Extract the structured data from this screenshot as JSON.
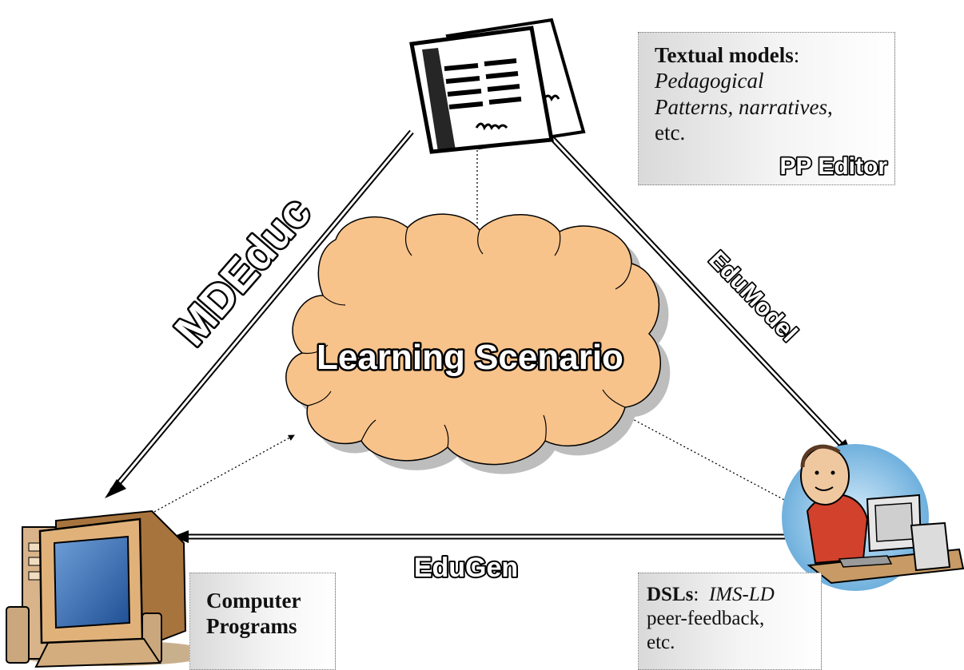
{
  "cloud": {
    "label": "Learning Scenario"
  },
  "edges": {
    "left": "MDEduc",
    "right": "EduModel",
    "bottom": "EduGen"
  },
  "notes": {
    "textual": {
      "head": "Textual models",
      "head_suffix": ":",
      "line1": "Pedagogical",
      "line2_italic": "Patterns, narratives",
      "line2_tail": ",",
      "line3": "etc.",
      "tool": "PP Editor"
    },
    "programs": {
      "line1": "Computer",
      "line2": "Programs"
    },
    "dsl": {
      "head": "DSLs",
      "sep": ":",
      "italic": "IMS-LD",
      "line2": "peer-feedback,",
      "line3": "etc."
    }
  },
  "icons": [
    "documents-icon",
    "computer-icon",
    "designer-person-icon"
  ],
  "colors": {
    "cloud_fill": "#f7c38b",
    "cloud_shadow": "#bdbdbd",
    "monitor_body": "#d9a86b",
    "screen": "#3f6fb0",
    "person_shirt": "#d2412b",
    "halo": "#8fc3e6"
  }
}
